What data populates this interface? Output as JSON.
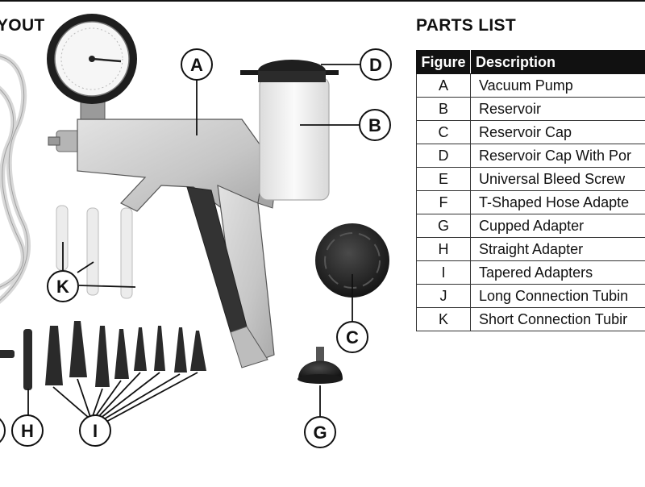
{
  "layout": {
    "heading": "YOUT",
    "callouts": [
      "A",
      "B",
      "C",
      "D",
      "G",
      "H",
      "I",
      "K"
    ]
  },
  "parts_list": {
    "heading": "PARTS LIST",
    "columns": [
      "Figure",
      "Description"
    ],
    "rows": [
      {
        "figure": "A",
        "description": "Vacuum Pump"
      },
      {
        "figure": "B",
        "description": "Reservoir"
      },
      {
        "figure": "C",
        "description": "Reservoir Cap"
      },
      {
        "figure": "D",
        "description": "Reservoir Cap With Por"
      },
      {
        "figure": "E",
        "description": "Universal Bleed Screw"
      },
      {
        "figure": "F",
        "description": "T-Shaped Hose Adapte"
      },
      {
        "figure": "G",
        "description": "Cupped Adapter"
      },
      {
        "figure": "H",
        "description": "Straight Adapter"
      },
      {
        "figure": "I",
        "description": "Tapered Adapters"
      },
      {
        "figure": "J",
        "description": "Long Connection Tubin"
      },
      {
        "figure": "K",
        "description": "Short Connection Tubir"
      }
    ]
  },
  "colors": {
    "ink": "#111111",
    "pump_body": "#c9c9c9",
    "adapter_dark": "#2a2a2a",
    "reservoir": "#eeeeee"
  }
}
